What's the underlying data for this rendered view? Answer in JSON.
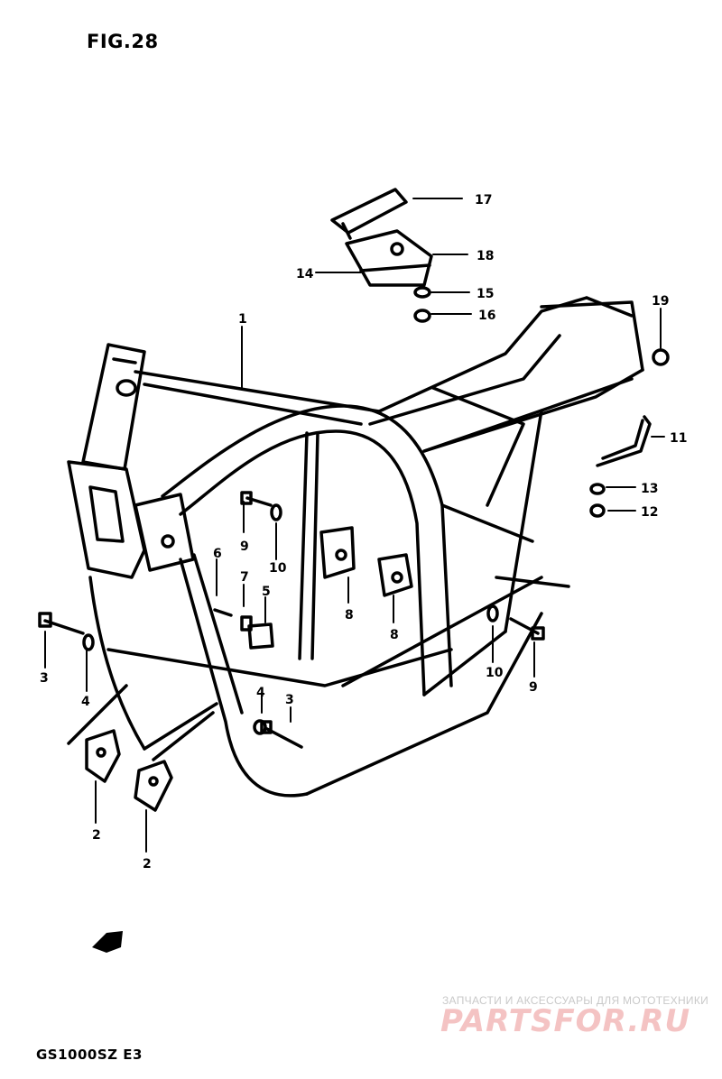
{
  "figure_label": "FIG.28",
  "model_code": "GS1000SZ  E3",
  "watermark": {
    "tagline": "ЗАПЧАСТИ И АКСЕССУАРЫ ДЛЯ МОТОТЕХНИКИ",
    "brand": "PARTSFOR.RU"
  },
  "callouts": {
    "c1": "1",
    "c2a": "2",
    "c2b": "2",
    "c3a": "3",
    "c3b": "3",
    "c4a": "4",
    "c4b": "4",
    "c5": "5",
    "c6": "6",
    "c7": "7",
    "c8a": "8",
    "c8b": "8",
    "c9a": "9",
    "c9b": "9",
    "c10a": "10",
    "c10b": "10",
    "c11": "11",
    "c12": "12",
    "c13": "13",
    "c14": "14",
    "c15": "15",
    "c16": "16",
    "c17": "17",
    "c18": "18",
    "c19": "19"
  }
}
